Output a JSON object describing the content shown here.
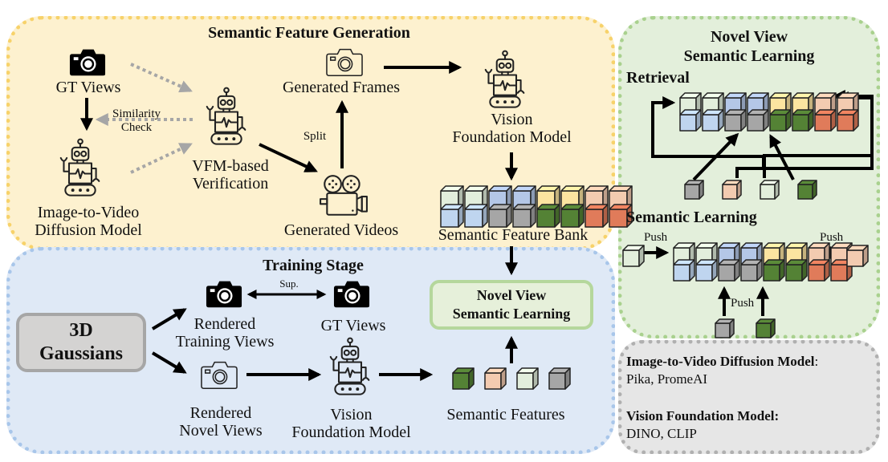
{
  "panels": {
    "semantic_feature_generation": {
      "title": "Semantic Feature Generation",
      "gt_views": "GT Views",
      "similarity_check": [
        "Similarity",
        "Check"
      ],
      "i2v_model": [
        "Image-to-Video",
        "Diffusion Model"
      ],
      "vfm_verification": [
        "VFM-based",
        "Verification"
      ],
      "generated_frames": "Generated Frames",
      "split": "Split",
      "generated_videos": "Generated Videos",
      "vision_foundation_model": [
        "Vision",
        "Foundation Model"
      ],
      "semantic_feature_bank": "Semantic Feature Bank"
    },
    "training_stage": {
      "title": "Training Stage",
      "gaussians": [
        "3D",
        "Gaussians"
      ],
      "rendered_training_views": [
        "Rendered",
        "Training Views"
      ],
      "sup": "Sup.",
      "gt_views": "GT Views",
      "rendered_novel_views": [
        "Rendered",
        "Novel Views"
      ],
      "vision_foundation_model": [
        "Vision",
        "Foundation Model"
      ],
      "semantic_features": "Semantic Features",
      "nvsl_box": [
        "Novel View",
        "Semantic Learning"
      ]
    },
    "novel_view_semantic_learning": {
      "title": [
        "Novel View",
        "Semantic Learning"
      ],
      "retrieval": "Retrieval",
      "semantic_learning": "Semantic Learning",
      "push": "Push"
    },
    "legend": {
      "i2v_head": "Image-to-Video Diffusion Model",
      "i2v_colon": ":",
      "i2v_vals": "Pika, PromeAI",
      "vfm_head": "Vision Foundation Model:",
      "vfm_vals": "DINO, CLIP"
    }
  },
  "feature_bank": {
    "top_row": [
      "#e2eedc",
      "#e2eedc",
      "#b4c7e7",
      "#b4c7e7",
      "#fce4a0",
      "#fce4a0",
      "#f3cbb0",
      "#f3cbb0"
    ],
    "bottom_row": [
      "#bfd5ef",
      "#bfd5ef",
      "#a6a6a6",
      "#a6a6a6",
      "#548235",
      "#548235",
      "#e07b5a",
      "#e07b5a"
    ]
  },
  "semantic_features": [
    "#548235",
    "#f3cbb0",
    "#e2eedc",
    "#a6a6a6"
  ],
  "retrieval_queries": [
    "#a6a6a6",
    "#f3cbb0",
    "#e2eedc",
    "#548235"
  ],
  "push_items": {
    "left": "#e2eedc",
    "right": "#f3cbb0",
    "bottom": [
      "#a6a6a6",
      "#548235"
    ]
  },
  "colors": {
    "yellow_panel": "#fdf1cf",
    "blue_panel": "#dfe9f6",
    "green_panel": "#e3efdb",
    "grey_panel": "#e6e6e6",
    "dotted_arrow": "#a6a6a6"
  }
}
